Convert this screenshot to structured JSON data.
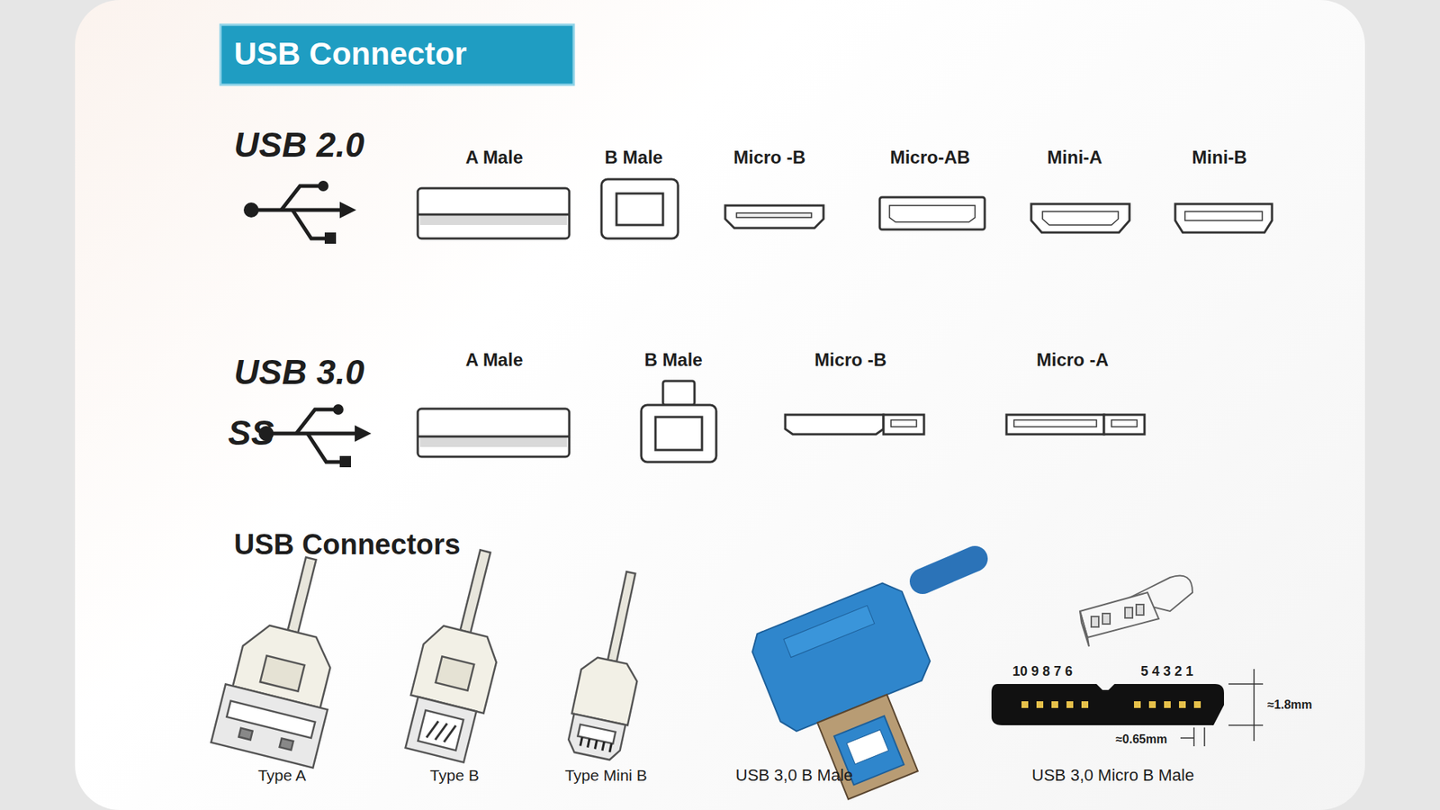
{
  "diagram": {
    "title": "USB Connector",
    "labels": [
      "USB 2.0",
      "A Male",
      "B Male",
      "Micro -B",
      "Micro-AB",
      "Mini-A",
      "Mini-B",
      "USB 3.0",
      "SS",
      "A Male",
      "B Male",
      "Micro -B",
      "Micro -A",
      "USB Connectors",
      "Type A",
      "Type B",
      "Type Mini B",
      "USB 3,0 B Male",
      "USB 3,0 Micro B Male",
      "10 9 8 7 6",
      "5 4 3 2 1",
      "≈1.8mm",
      "≈0.65mm"
    ]
  }
}
